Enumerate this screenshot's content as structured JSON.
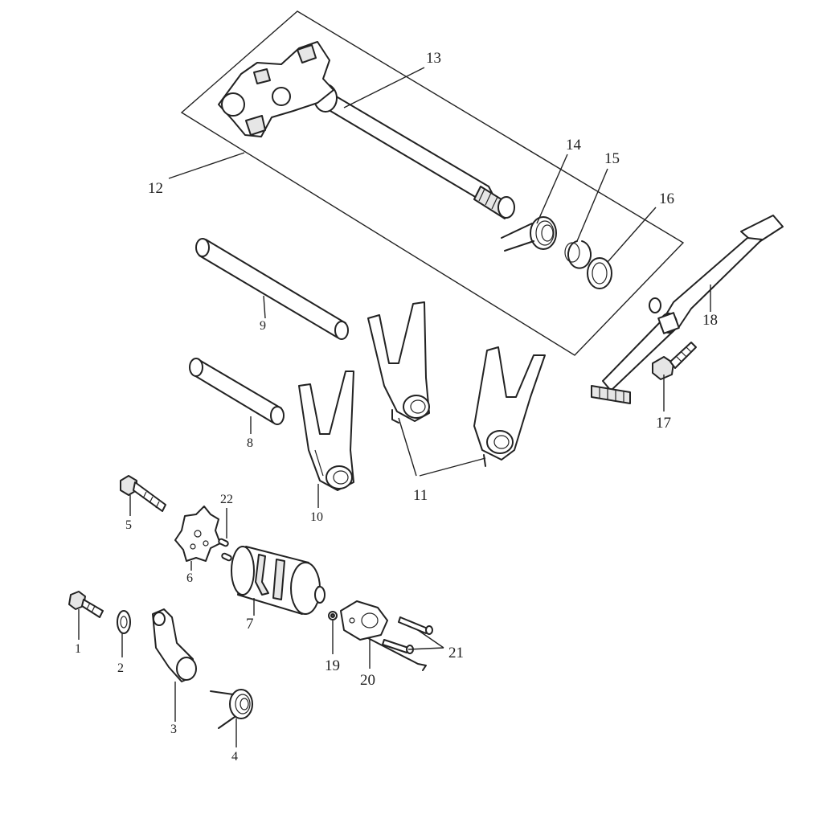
{
  "labels": {
    "l1": "1",
    "l2": "2",
    "l3": "3",
    "l4": "4",
    "l5": "5",
    "l6": "6",
    "l7": "7",
    "l8": "8",
    "l9": "9",
    "l10": "10",
    "l11": "11",
    "l12": "12",
    "l13": "13",
    "l14": "14",
    "l15": "15",
    "l16": "16",
    "l17": "17",
    "l18": "18",
    "l19": "19",
    "l20": "20",
    "l21": "21",
    "l22": "22"
  },
  "colors": {
    "line": "#222222",
    "background": "#ffffff"
  }
}
